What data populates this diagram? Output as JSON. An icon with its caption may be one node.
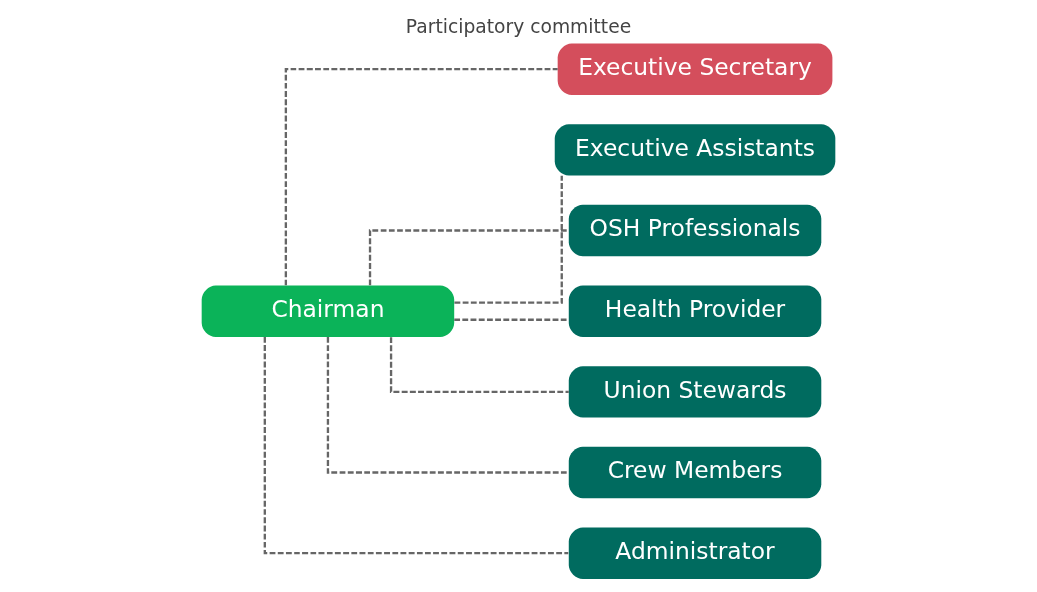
{
  "diagram": {
    "title": "Participatory committee",
    "nodes": [
      {
        "text": [
          "Chairman"
        ]
      },
      {
        "text": [
          "Executive Secretary"
        ]
      },
      {
        "text": [
          "Executive Assistants"
        ]
      },
      {
        "text": [
          "OSH Professionals"
        ]
      },
      {
        "text": [
          "Health Provider"
        ]
      },
      {
        "text": [
          "Union Stewards"
        ]
      },
      {
        "text": [
          "Crew Members"
        ]
      },
      {
        "text": [
          "Administrator"
        ]
      }
    ],
    "edges": [
      {
        "from": 0,
        "to": 1,
        "arrow": "none",
        "style": "dashed"
      },
      {
        "from": 0,
        "to": 2,
        "arrow": "none",
        "style": "dashed"
      },
      {
        "from": 0,
        "to": 3,
        "arrow": "none",
        "style": "dashed"
      },
      {
        "from": 0,
        "to": 4,
        "arrow": "none",
        "style": "dashed"
      },
      {
        "from": 0,
        "to": 5,
        "arrow": "none",
        "style": "dashed"
      },
      {
        "from": 0,
        "to": 6,
        "arrow": "none",
        "style": "dashed"
      },
      {
        "from": 0,
        "to": 7,
        "arrow": "none",
        "style": "dashed"
      }
    ]
  }
}
